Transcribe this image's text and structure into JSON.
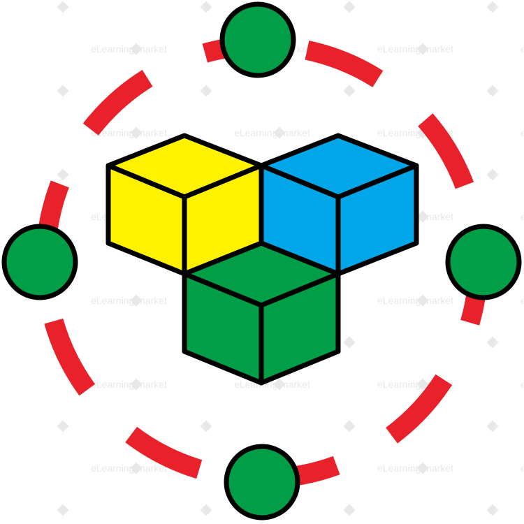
{
  "illustration": {
    "ring_color": "#e8212b",
    "node_color": "#009e47",
    "outline_color": "#000000",
    "cubes": [
      {
        "name": "yellow-cube",
        "top": "#fff200",
        "left": "#fff200",
        "right": "#fff200"
      },
      {
        "name": "blue-cube",
        "top": "#00a6e8",
        "left": "#00a6e8",
        "right": "#00a6e8"
      },
      {
        "name": "green-cube",
        "top": "#009e47",
        "left": "#009e47",
        "right": "#009e47"
      }
    ],
    "nodes": [
      "top",
      "left",
      "right",
      "bottom"
    ]
  },
  "watermark": {
    "text": "eLearning.market",
    "color": "#e8e8e8"
  }
}
